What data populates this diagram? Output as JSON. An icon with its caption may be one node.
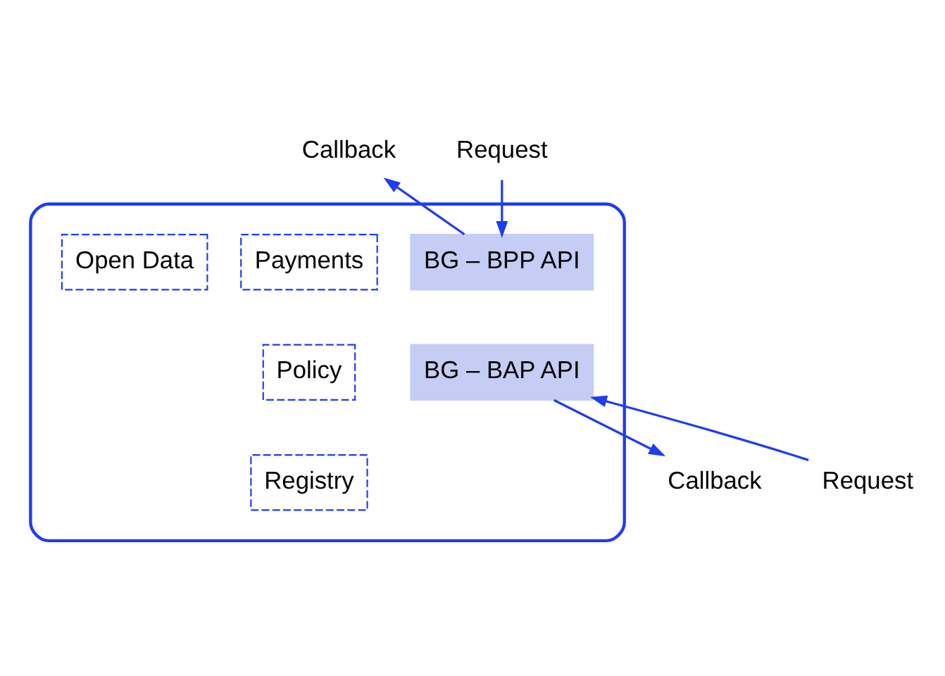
{
  "diagram": {
    "nodes": [
      {
        "text": [],
        "shape": "cloud"
      },
      {
        "text": [
          "Payments"
        ],
        "in": 0
      },
      {
        "text": [
          "Policy"
        ],
        "in": 0
      },
      {
        "text": [
          "Registry"
        ],
        "in": 0
      },
      {
        "text": [
          "BG – BPP API"
        ],
        "in": 0
      },
      {
        "text": [
          "BG – BAP API"
        ],
        "in": 0
      },
      {
        "text": [
          "Open Data"
        ],
        "in": 0
      },
      {
        "text": [
          "Request"
        ]
      },
      {
        "text": [
          "Callback"
        ]
      },
      {
        "text": [
          "Request"
        ]
      },
      {
        "text": [
          "Callback"
        ]
      }
    ],
    "edges": [
      {
        "from": 7,
        "to": 4,
        "arrow": "to"
      },
      {
        "from": 4,
        "to": 8,
        "arrow": "to"
      },
      {
        "from": 9,
        "to": 5,
        "arrow": "to"
      },
      {
        "from": 5,
        "to": 10,
        "arrow": "to"
      }
    ]
  }
}
